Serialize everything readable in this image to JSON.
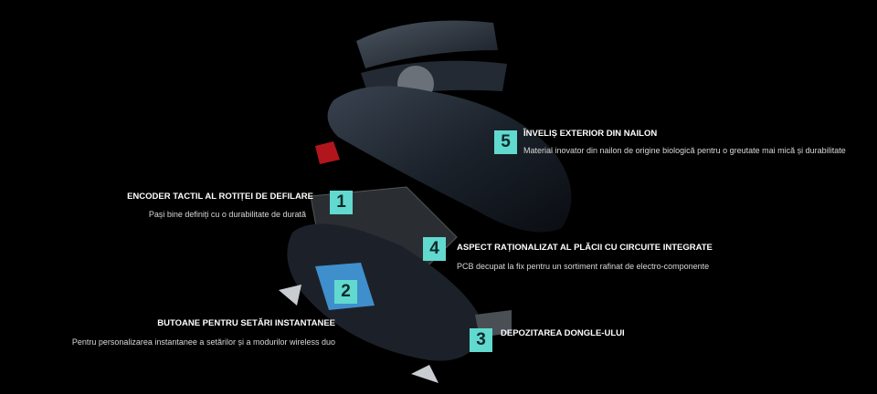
{
  "features": [
    {
      "number": "1",
      "title": "ENCODER TACTIL AL ROTIȚEI DE DEFILARE",
      "description": "Pași bine definiți cu o durabilitate de durată"
    },
    {
      "number": "2",
      "title": "BUTOANE PENTRU SETĂRI INSTANTANEE",
      "description": "Pentru personalizarea instantanee a setărilor și a modurilor wireless duo"
    },
    {
      "number": "3",
      "title": "DEPOZITAREA DONGLE-ULUI",
      "description": ""
    },
    {
      "number": "4",
      "title": "ASPECT RAȚIONALIZAT AL PLĂCII CU CIRCUITE INTEGRATE",
      "description": "PCB decupat la fix pentru un sortiment rafinat de electro-componente"
    },
    {
      "number": "5",
      "title": "ÎNVELIȘ EXTERIOR DIN NAILON",
      "description": "Material inovator din nailon de origine biologică pentru o greutate mai mică și durabilitate"
    }
  ],
  "colors": {
    "badge": "#62d9cf",
    "background": "#000000"
  }
}
